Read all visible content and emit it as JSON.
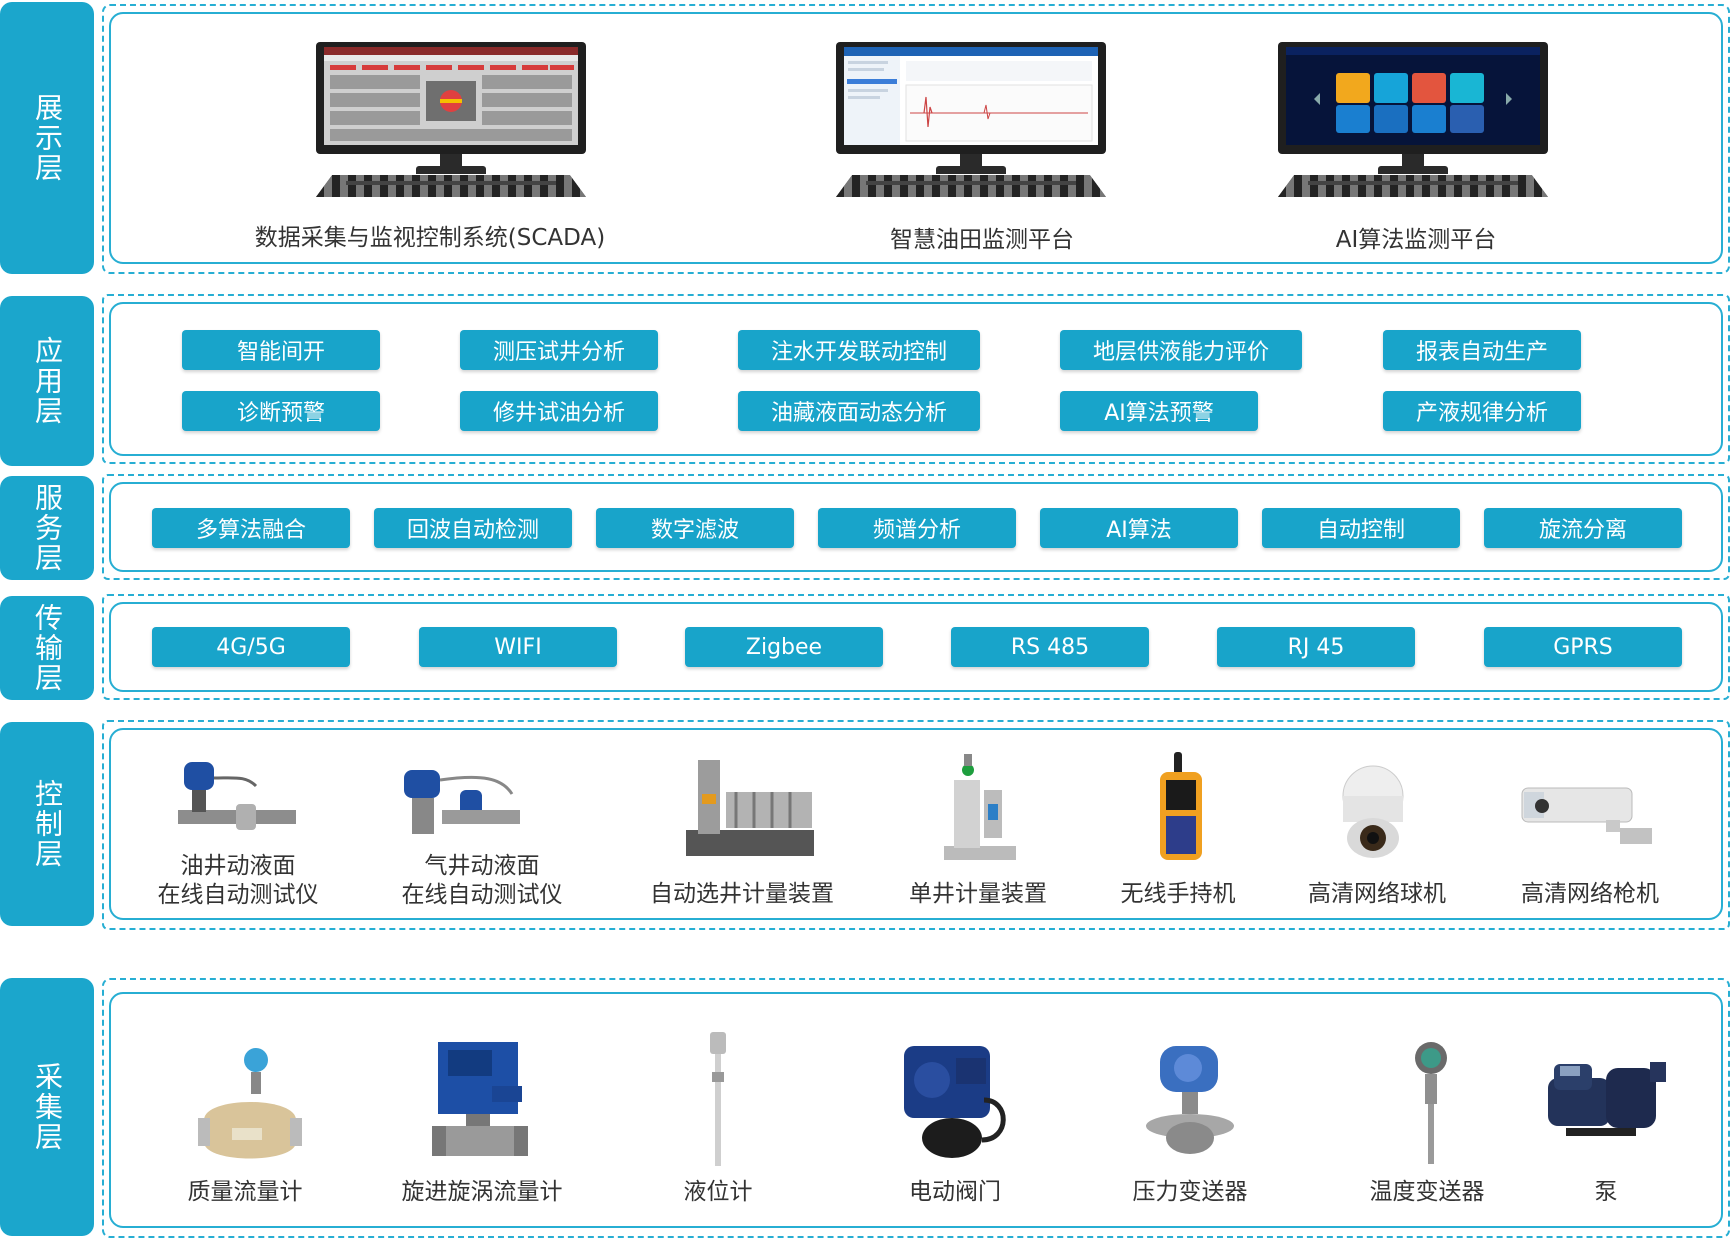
{
  "layers": {
    "display": "展示层",
    "application": "应用层",
    "service": "服务层",
    "transport": "传输层",
    "control": "控制层",
    "collection": "采集层"
  },
  "display": {
    "monitors": [
      {
        "caption": "数据采集与监视控制系统(SCADA)"
      },
      {
        "caption": "智慧油田监测平台"
      },
      {
        "caption": "AI算法监测平台"
      }
    ]
  },
  "application": {
    "items": [
      "智能间开",
      "测压试井分析",
      "注水开发联动控制",
      "地层供液能力评价",
      "报表自动生产",
      "诊断预警",
      "修井试油分析",
      "油藏液面动态分析",
      "AI算法预警",
      "产液规律分析"
    ]
  },
  "service": {
    "items": [
      "多算法融合",
      "回波自动检测",
      "数字滤波",
      "频谱分析",
      "AI算法",
      "自动控制",
      "旋流分离"
    ]
  },
  "transport": {
    "items": [
      "4G/5G",
      "WIFI",
      "Zigbee",
      "RS 485",
      "RJ 45",
      "GPRS"
    ]
  },
  "control": {
    "devices": [
      {
        "line1": "油井动液面",
        "line2": "在线自动测试仪"
      },
      {
        "line1": "气井动液面",
        "line2": "在线自动测试仪"
      },
      {
        "line1": "自动选井计量装置",
        "line2": ""
      },
      {
        "line1": "单井计量装置",
        "line2": ""
      },
      {
        "line1": "无线手持机",
        "line2": ""
      },
      {
        "line1": "高清网络球机",
        "line2": ""
      },
      {
        "line1": "高清网络枪机",
        "line2": ""
      }
    ]
  },
  "collection": {
    "devices": [
      "质量流量计",
      "旋进旋涡流量计",
      "液位计",
      "电动阀门",
      "压力变送器",
      "温度变送器",
      "泵"
    ]
  },
  "colors": {
    "accent": "#1ba6cc",
    "pill": "#18a4ca",
    "border": "#27aed3"
  }
}
